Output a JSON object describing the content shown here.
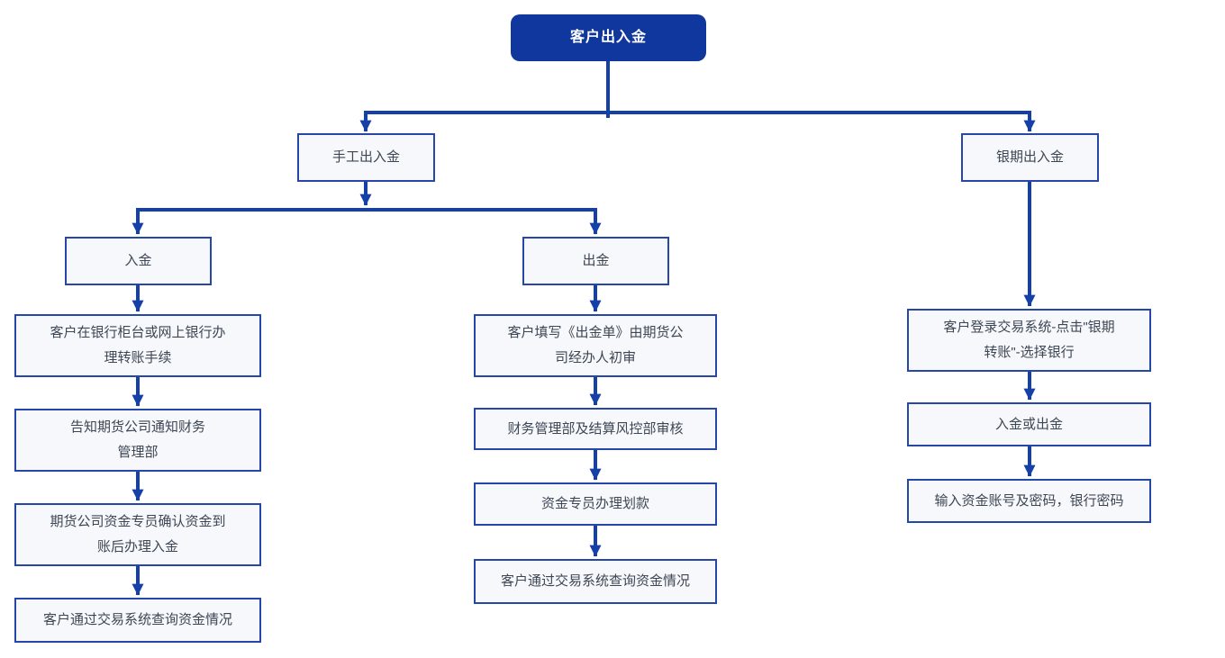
{
  "diagram_title": "客户出入金",
  "nodes": {
    "root": "客户出入金",
    "manual": "手工出入金",
    "bank_futures": "银期出入金",
    "deposit": "入金",
    "withdraw": "出金",
    "deposit_steps": [
      "客户在银行柜台或网上银行办\n理转账手续",
      "告知期货公司通知财务\n管理部",
      "期货公司资金专员确认资金到\n账后办理入金",
      "客户通过交易系统查询资金情况"
    ],
    "withdraw_steps": [
      "客户填写《出金单》由期货公\n司经办人初审",
      "财务管理部及结算风控部审核",
      "资金专员办理划款",
      "客户通过交易系统查询资金情况"
    ],
    "bank_steps": [
      "客户登录交易系统-点击\"银期\n转账\"-选择银行",
      "入金或出金",
      "输入资金账号及密码，银行密码"
    ]
  },
  "colors": {
    "root_fill": "#10379E",
    "root_text": "#FFFFFF",
    "line": "#1440A8",
    "node_border": "#2647A8",
    "node_fill": "#F7F8FC",
    "node_text": "#3D4654",
    "background": "#FFFFFF"
  }
}
